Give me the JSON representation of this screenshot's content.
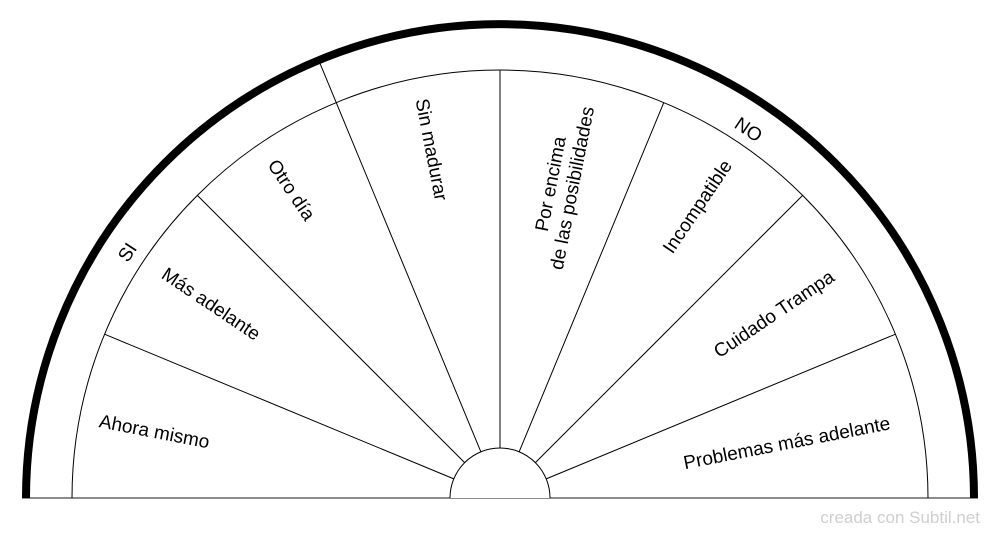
{
  "chart": {
    "group_labels": [
      "SI",
      "NO"
    ],
    "sectors": [
      {
        "lines": [
          "Ahora mismo"
        ]
      },
      {
        "lines": [
          "Más adelante"
        ]
      },
      {
        "lines": [
          "Otro día"
        ]
      },
      {
        "lines": [
          "Sin madurar"
        ]
      },
      {
        "lines": [
          "Por encima",
          "de las posibilidades"
        ]
      },
      {
        "lines": [
          "Incompatible"
        ]
      },
      {
        "lines": [
          "Cuidado Trampa"
        ]
      },
      {
        "lines": [
          "Problemas más adelante"
        ]
      }
    ]
  },
  "footer": {
    "credit": "creada con Subtil.net"
  },
  "colors": {
    "arc": "#000000",
    "line": "#000000",
    "credit": "#cfcfcf"
  }
}
